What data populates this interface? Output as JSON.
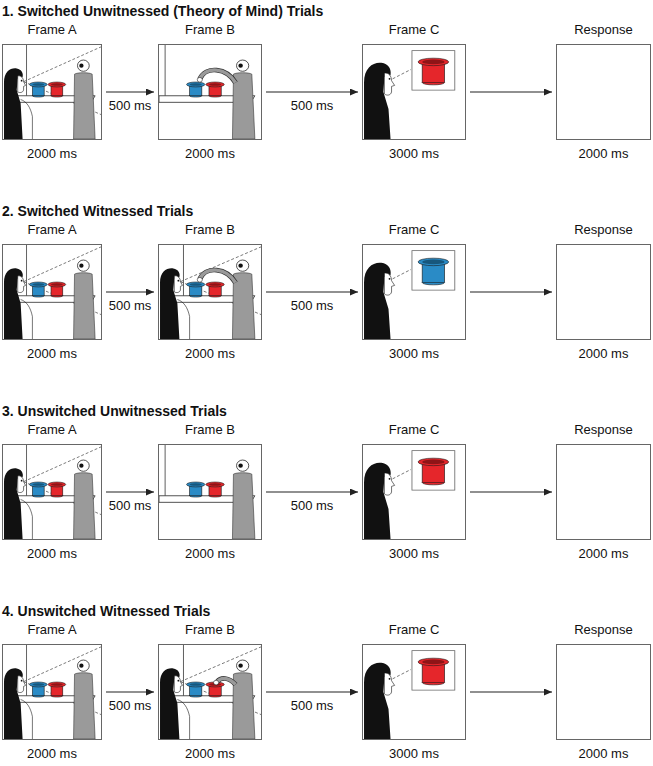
{
  "diagram": {
    "nodes": [
      {
        "text": [
          "Frame A",
          "2000 ms"
        ]
      },
      {
        "text": [
          "Frame B",
          "2000 ms"
        ]
      },
      {
        "text": [
          "Frame C",
          "3000 ms"
        ]
      },
      {
        "text": [
          "Response",
          "2000 ms"
        ]
      },
      {
        "text": [
          "Frame A",
          "2000 ms"
        ]
      },
      {
        "text": [
          "Frame B",
          "2000 ms"
        ]
      },
      {
        "text": [
          "Frame C",
          "3000 ms"
        ]
      },
      {
        "text": [
          "Response",
          "2000 ms"
        ]
      },
      {
        "text": [
          "Frame A",
          "2000 ms"
        ]
      },
      {
        "text": [
          "Frame B",
          "2000 ms"
        ]
      },
      {
        "text": [
          "Frame C",
          "3000 ms"
        ]
      },
      {
        "text": [
          "Response",
          "2000 ms"
        ]
      },
      {
        "text": [
          "Frame A",
          "2000 ms"
        ]
      },
      {
        "text": [
          "Frame B",
          "2000 ms"
        ]
      },
      {
        "text": [
          "Frame C",
          "3000 ms"
        ]
      },
      {
        "text": [
          "Response",
          "2000 ms"
        ]
      }
    ],
    "edges": [
      {
        "from": 0,
        "to": 1,
        "arrow": "to",
        "label": "500 ms"
      },
      {
        "from": 1,
        "to": 2,
        "arrow": "to",
        "label": "500 ms"
      },
      {
        "from": 2,
        "to": 3,
        "arrow": "to"
      },
      {
        "from": 4,
        "to": 5,
        "arrow": "to",
        "label": "500 ms"
      },
      {
        "from": 5,
        "to": 6,
        "arrow": "to",
        "label": "500 ms"
      },
      {
        "from": 6,
        "to": 7,
        "arrow": "to"
      },
      {
        "from": 8,
        "to": 9,
        "arrow": "to",
        "label": "500 ms"
      },
      {
        "from": 9,
        "to": 10,
        "arrow": "to",
        "label": "500 ms"
      },
      {
        "from": 10,
        "to": 11,
        "arrow": "to"
      },
      {
        "from": 12,
        "to": 13,
        "arrow": "to",
        "label": "500 ms"
      },
      {
        "from": 13,
        "to": 14,
        "arrow": "to",
        "label": "500 ms"
      },
      {
        "from": 14,
        "to": 15,
        "arrow": "to"
      }
    ],
    "labels": [
      "1. Switched Unwitnessed (Theory of Mind) Trials",
      "2. Switched Witnessed Trials",
      "3. Unswitched Unwitnessed Trials",
      "4. Unswitched Witnessed Trials"
    ]
  }
}
